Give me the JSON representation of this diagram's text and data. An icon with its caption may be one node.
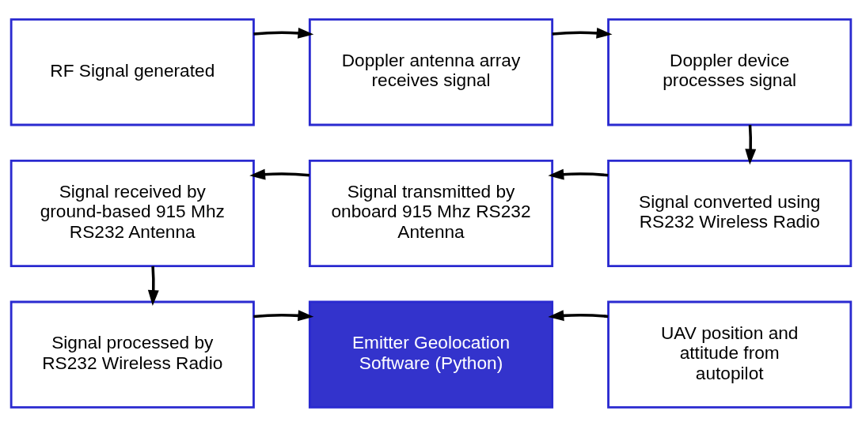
{
  "diagram": {
    "nodes": [
      {
        "text": [
          "RF Signal generated"
        ]
      },
      {
        "text": [
          "Doppler antenna array receives signal"
        ]
      },
      {
        "text": [
          "Doppler device processes signal"
        ]
      },
      {
        "text": [
          "Signal received by ground-based 915 Mhz RS232 Antenna"
        ]
      },
      {
        "text": [
          "Signal transmitted by onboard 915 Mhz RS232 Antenna"
        ]
      },
      {
        "text": [
          "Signal converted using RS232 Wireless Radio"
        ]
      },
      {
        "text": [
          "Signal processed by RS232 Wireless Radio"
        ]
      },
      {
        "text": [
          "Emitter Geolocation Software (Python)"
        ]
      },
      {
        "text": [
          "UAV position and attitude from autopilot"
        ]
      }
    ],
    "edges": [
      {
        "from": 0,
        "to": 1,
        "arrow": "to"
      },
      {
        "from": 1,
        "to": 2,
        "arrow": "to"
      },
      {
        "from": 2,
        "to": 5,
        "arrow": "to"
      },
      {
        "from": 5,
        "to": 4,
        "arrow": "to"
      },
      {
        "from": 4,
        "to": 3,
        "arrow": "to"
      },
      {
        "from": 3,
        "to": 6,
        "arrow": "to"
      },
      {
        "from": 6,
        "to": 7,
        "arrow": "to"
      },
      {
        "from": 8,
        "to": 7,
        "arrow": "to"
      }
    ]
  }
}
